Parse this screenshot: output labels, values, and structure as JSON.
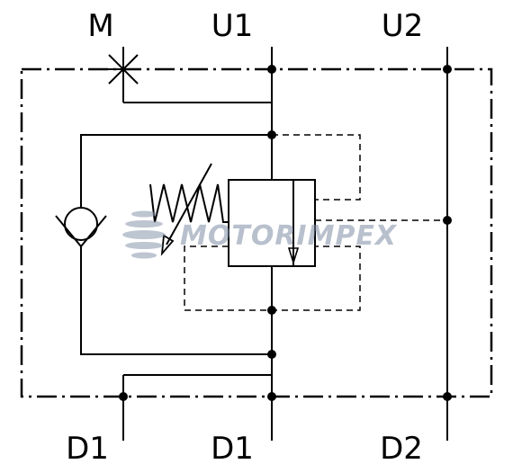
{
  "ports": {
    "m": "M",
    "u1": "U1",
    "u2": "U2",
    "d1_left": "D1",
    "d1_center": "D1",
    "d2": "D2"
  },
  "watermark": {
    "text": "MOTORIMPEX",
    "color": "#7f8da6"
  },
  "colors": {
    "line": "#000000",
    "background": "#ffffff"
  }
}
